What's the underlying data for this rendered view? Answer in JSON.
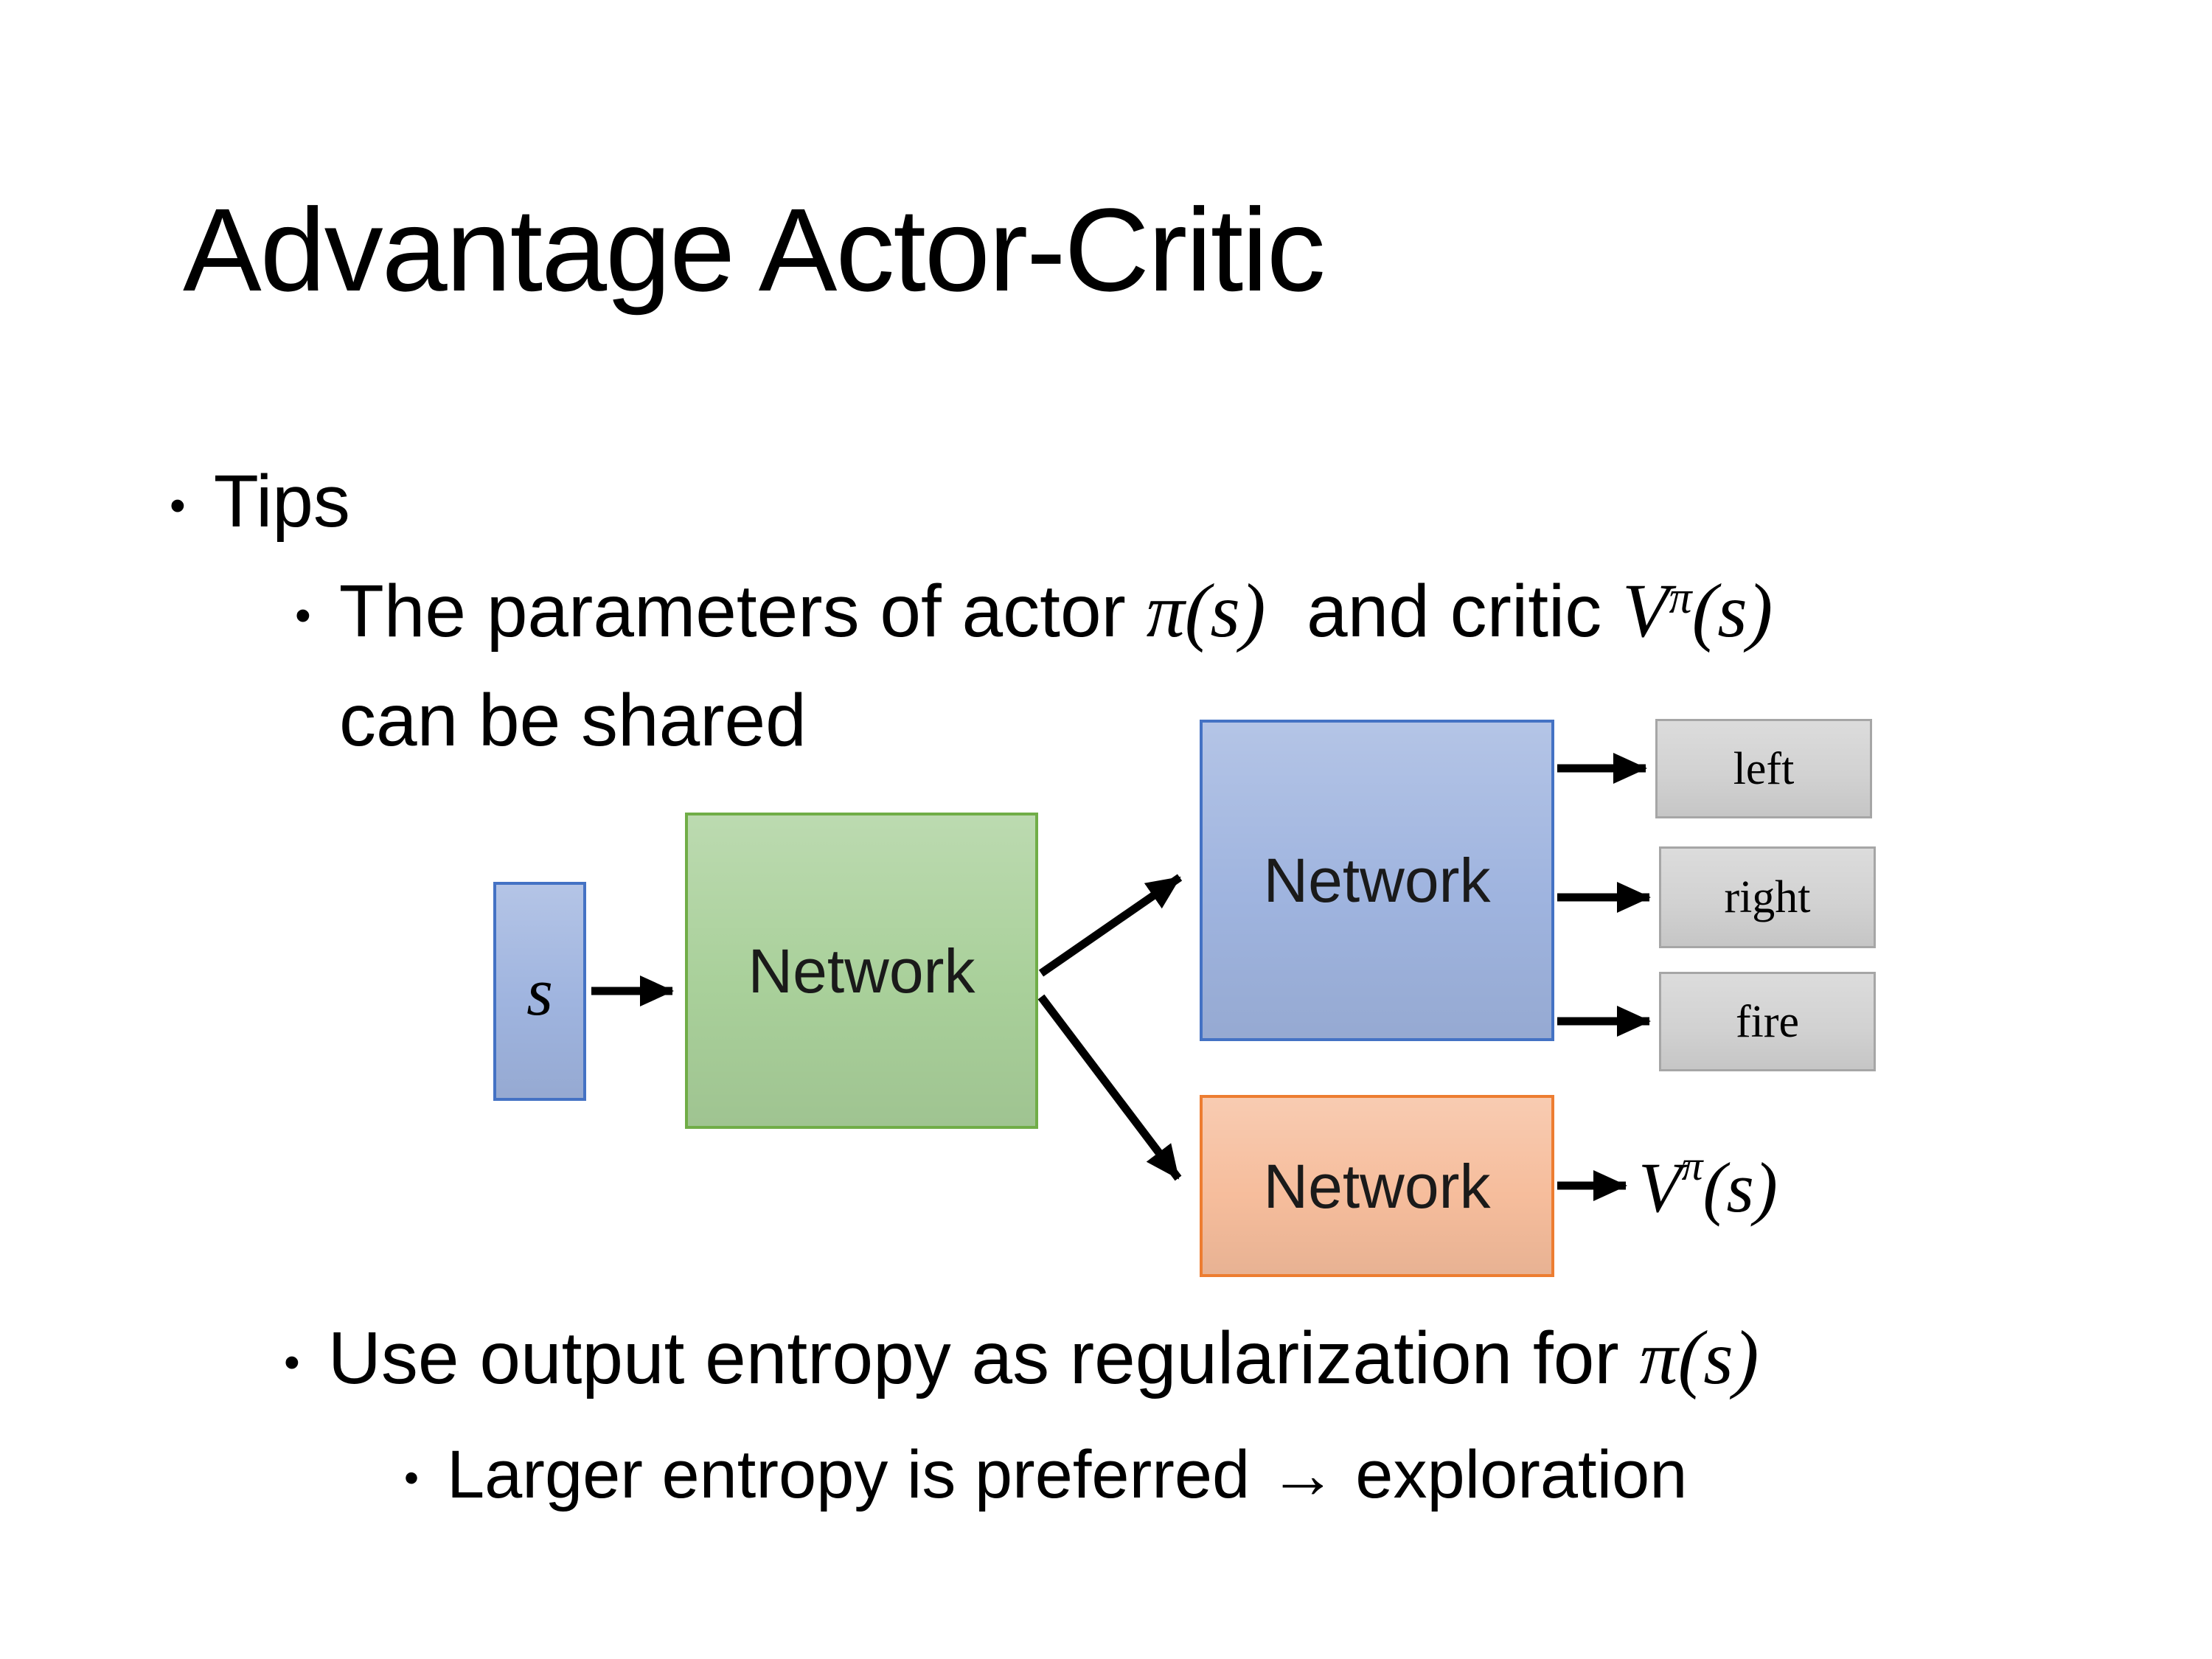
{
  "slide": {
    "title": "Advantage Actor-Critic",
    "background": "#FFFFFF",
    "text_color": "#000000"
  },
  "bullets": {
    "glyph": "•",
    "tips_label": "Tips",
    "b2_prefix": "The parameters of actor ",
    "b2_pi": "π(s)",
    "b2_mid": "  and critic ",
    "b2_V": "V",
    "b2_Vsup": "π",
    "b2_Vargs": "(s)",
    "b2_line2": "can be shared",
    "b3_prefix": "Use output entropy as regularization for ",
    "b3_pi": "π(s)",
    "b4_text": "Larger entropy is preferred → exploration"
  },
  "diagram": {
    "state_label": "s",
    "shared_network_label": "Network",
    "actor_network_label": "Network",
    "critic_network_label": "Network",
    "action_left": "left",
    "action_right": "right",
    "action_fire": "fire",
    "critic_V": "V",
    "critic_Vsup": "π",
    "critic_Vargs": "(s)",
    "colors": {
      "state_fill": "#9FB4DF",
      "state_border": "#4472C4",
      "shared_fill": "#A9D09A",
      "shared_border": "#70AD47",
      "actor_fill": "#9FB4DF",
      "actor_border": "#4472C4",
      "critic_fill": "#F6BD9C",
      "critic_border": "#ED7D31",
      "action_fill": "#D2D2D2",
      "action_border": "#A6A6A6",
      "arrow": "#000000"
    }
  }
}
